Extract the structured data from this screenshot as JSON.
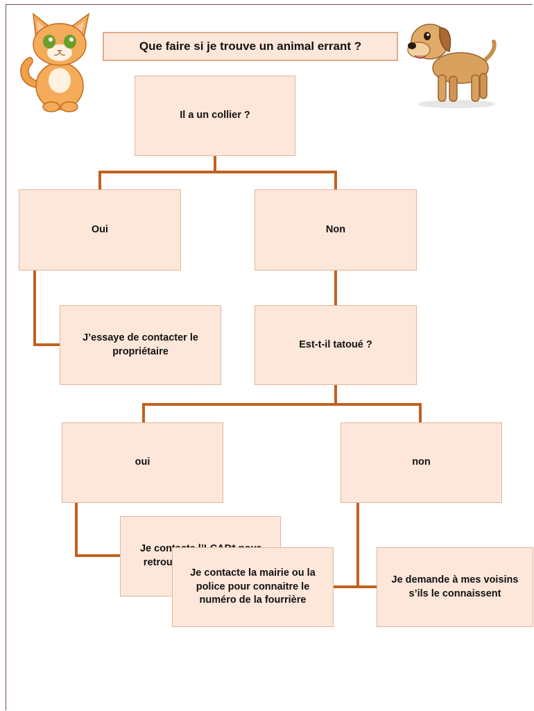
{
  "title": "Que faire si je trouve un animal errant ?",
  "colors": {
    "box_fill": "#fde7da",
    "box_border": "#e2b59a",
    "connector": "#c0611f"
  },
  "nodes": {
    "collar": "Il a un collier ?",
    "yes": "Oui",
    "no": "Non",
    "contact_owner": "J’essaye de contacter le propriétaire",
    "tattooed": "Est-t-il tatoué ?",
    "tattoo_yes": "oui",
    "tattoo_no": "non",
    "icad": "Je contacte l’I-CAD* pour retrouver le propriétaire",
    "mairie": "Je contacte la mairie ou la police pour connaitre le numéro de la fourrière",
    "voisins": "Je demande à mes voisins s’ils le connaissent"
  },
  "illustrations": {
    "left": "cat-illustration",
    "right": "dog-illustration"
  }
}
